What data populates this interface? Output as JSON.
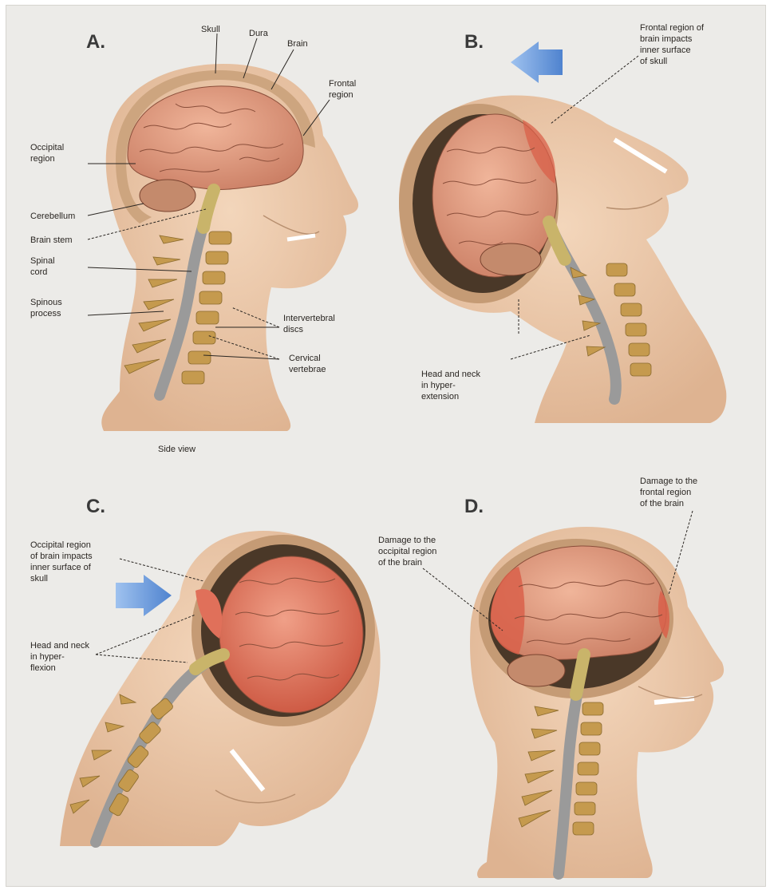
{
  "panels": {
    "a": {
      "letter": "A.",
      "labels": {
        "skull": "Skull",
        "dura": "Dura",
        "brain": "Brain",
        "frontal_region": [
          "Frontal",
          "region"
        ],
        "occipital_region": [
          "Occipital",
          "region"
        ],
        "cerebellum": "Cerebellum",
        "brain_stem": "Brain stem",
        "spinal_cord": [
          "Spinal",
          "cord"
        ],
        "spinous_process": [
          "Spinous",
          "process"
        ],
        "intervertebral_discs": [
          "Intervertebral",
          "discs"
        ],
        "cervical_vertebrae": [
          "Cervical",
          "vertebrae"
        ]
      },
      "caption": "Side view"
    },
    "b": {
      "letter": "B.",
      "labels": {
        "impact": [
          "Frontal region of",
          "brain impacts",
          "inner surface",
          "of skull"
        ],
        "hyperextension": [
          "Head and neck",
          "in hyper-",
          "extension"
        ]
      }
    },
    "c": {
      "letter": "C.",
      "labels": {
        "impact": [
          "Occipital region",
          "of brain impacts",
          "inner surface of",
          "skull"
        ],
        "hyperflexion": [
          "Head and neck",
          "in hyper-",
          "flexion"
        ]
      }
    },
    "d": {
      "letter": "D.",
      "labels": {
        "frontal_damage": [
          "Damage to the",
          "frontal region",
          "of the brain"
        ],
        "occipital_damage": [
          "Damage to the",
          "occipital region",
          "of the brain"
        ]
      }
    }
  },
  "colors": {
    "background": "#ecebe8",
    "skin": "#e8c3a2",
    "skull": "#d9b48d",
    "brain": "#d9957c",
    "brain_injured": "#d9604a",
    "spinal_cord": "#9a9a9a",
    "vertebra": "#c59a4e",
    "arrow": "#5b8fd6"
  }
}
